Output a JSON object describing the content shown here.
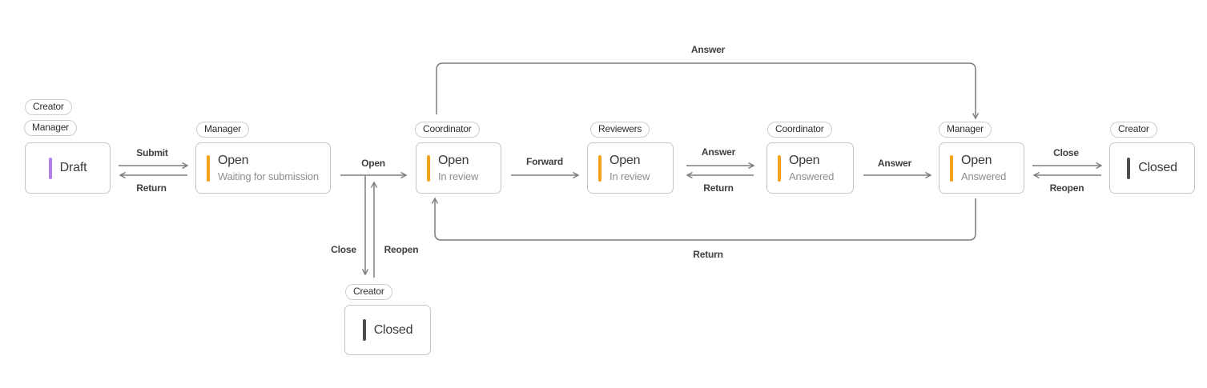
{
  "diagram": {
    "nodes": [
      {
        "id": "draft",
        "title": "Draft",
        "subtitle": "",
        "status": "draft",
        "roles": [
          "Creator",
          "Manager"
        ]
      },
      {
        "id": "open-waiting-for-submission",
        "title": "Open",
        "subtitle": "Waiting for submission",
        "status": "open",
        "roles": [
          "Manager"
        ]
      },
      {
        "id": "open-in-review-coordinator",
        "title": "Open",
        "subtitle": "In review",
        "status": "open",
        "roles": [
          "Coordinator"
        ]
      },
      {
        "id": "open-in-review-reviewers",
        "title": "Open",
        "subtitle": "In review",
        "status": "open",
        "roles": [
          "Reviewers"
        ]
      },
      {
        "id": "open-answered-coordinator",
        "title": "Open",
        "subtitle": "Answered",
        "status": "open",
        "roles": [
          "Coordinator"
        ]
      },
      {
        "id": "open-answered-manager",
        "title": "Open",
        "subtitle": "Answered",
        "status": "open",
        "roles": [
          "Manager"
        ]
      },
      {
        "id": "closed",
        "title": "Closed",
        "subtitle": "",
        "status": "closed",
        "roles": [
          "Creator"
        ]
      },
      {
        "id": "closed-bottom",
        "title": "Closed",
        "subtitle": "",
        "status": "closed",
        "roles": [
          "Creator"
        ]
      }
    ],
    "edges": [
      {
        "label": "Submit",
        "from": "draft",
        "to": "open-waiting-for-submission"
      },
      {
        "label": "Return",
        "from": "open-waiting-for-submission",
        "to": "draft"
      },
      {
        "label": "Open",
        "from": "open-waiting-for-submission",
        "to": "open-in-review-coordinator"
      },
      {
        "label": "Close",
        "from": "open-waiting-for-submission",
        "to": "closed-bottom"
      },
      {
        "label": "Reopen",
        "from": "closed-bottom",
        "to": "open-waiting-for-submission"
      },
      {
        "label": "Forward",
        "from": "open-in-review-coordinator",
        "to": "open-in-review-reviewers"
      },
      {
        "label": "Answer",
        "from": "open-in-review-reviewers",
        "to": "open-answered-coordinator"
      },
      {
        "label": "Return",
        "from": "open-answered-coordinator",
        "to": "open-in-review-reviewers"
      },
      {
        "label": "Answer",
        "from": "open-answered-coordinator",
        "to": "open-answered-manager"
      },
      {
        "label": "Close",
        "from": "open-answered-manager",
        "to": "closed"
      },
      {
        "label": "Reopen",
        "from": "closed",
        "to": "open-answered-manager"
      },
      {
        "label": "Answer",
        "from": "open-in-review-coordinator",
        "to": "open-answered-manager"
      },
      {
        "label": "Return",
        "from": "open-answered-manager",
        "to": "open-in-review-coordinator"
      }
    ]
  },
  "colors": {
    "accent_draft": "#b37feb",
    "accent_open": "#f5a31d",
    "accent_closed": "#4d4d4d",
    "arrow": "#7d7d7d",
    "box_border": "#c6c6c6"
  }
}
